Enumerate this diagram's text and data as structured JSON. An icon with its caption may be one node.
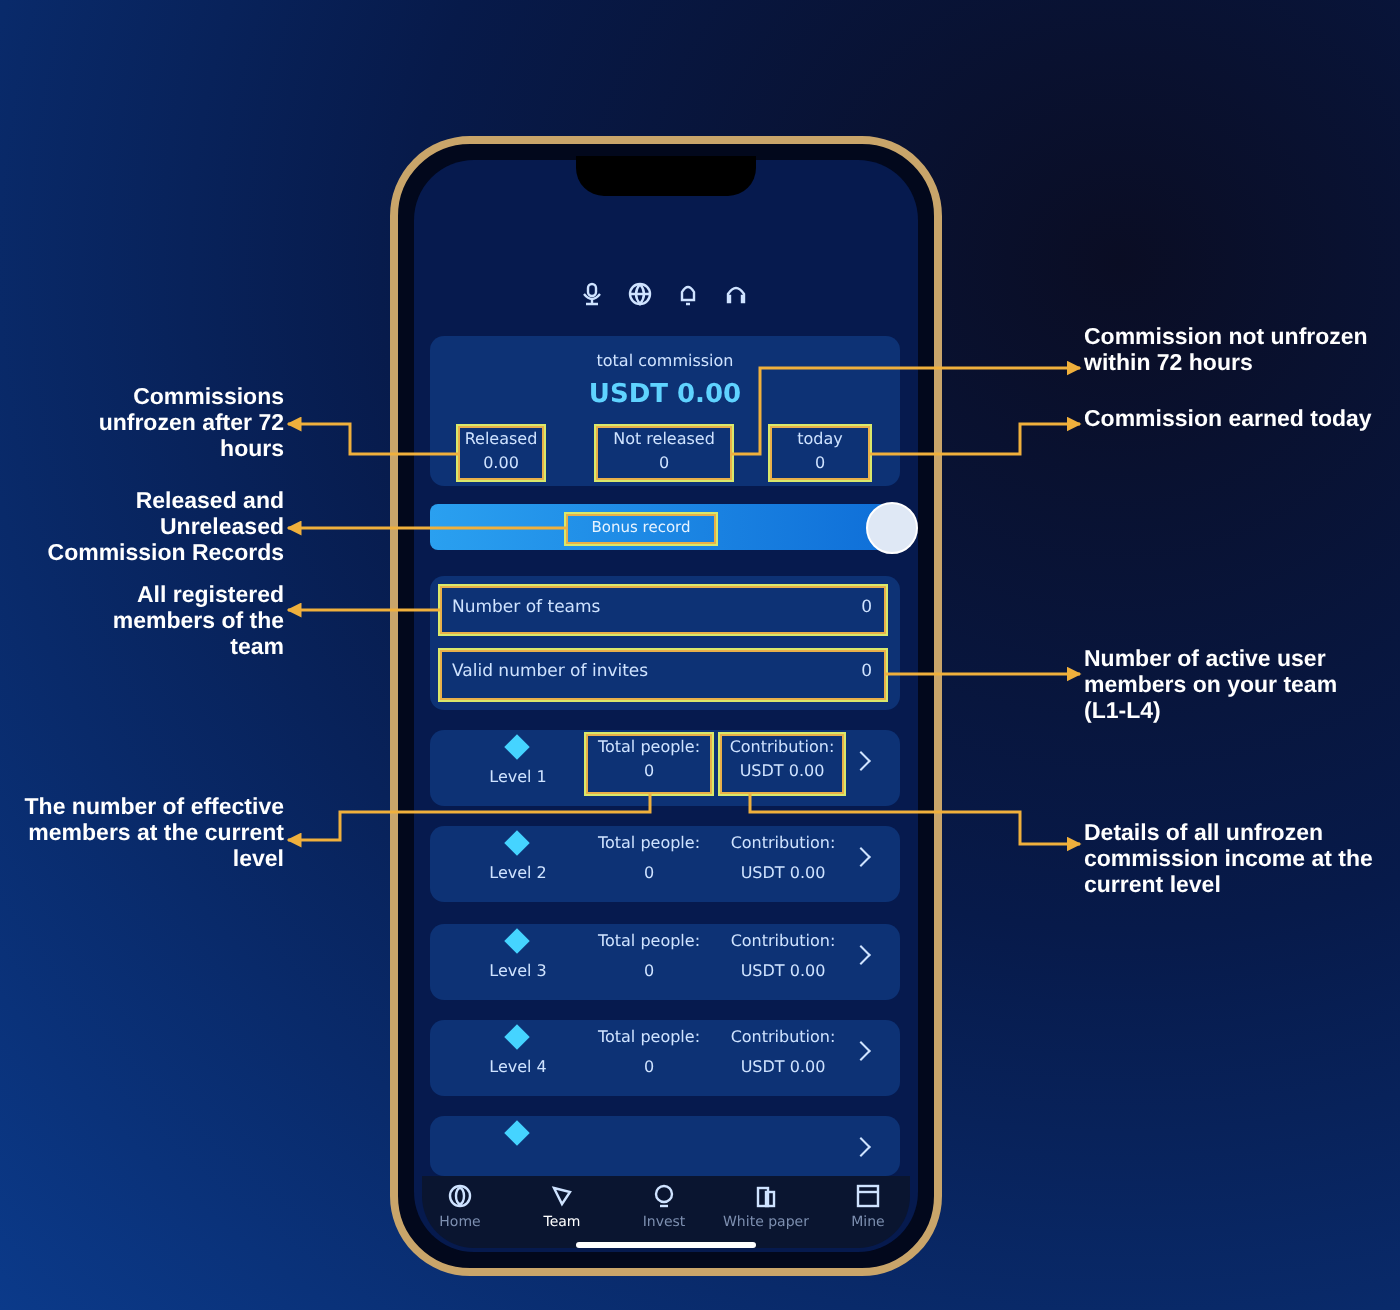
{
  "diagram": {
    "nodes": [
      {
        "text": [
          "Commissions unfrozen after 72 hours"
        ]
      },
      {
        "text": [
          "Released and Unreleased Commission Records"
        ]
      },
      {
        "text": [
          "All registered members of the team"
        ]
      },
      {
        "text": [
          "The number of effective members at the current level"
        ]
      },
      {
        "text": [
          "Commission not unfrozen within 72 hours"
        ]
      },
      {
        "text": [
          "Commission earned today"
        ]
      },
      {
        "text": [
          "Number of active user members on your team (L1-L4)"
        ]
      },
      {
        "text": [
          "Details of all unfrozen commission income at the current level"
        ]
      },
      {
        "text": [
          "total commission",
          "USDT 0.00"
        ]
      },
      {
        "text": [
          "Released",
          "0.00"
        ],
        "in": 8
      },
      {
        "text": [
          "Not released",
          "0"
        ],
        "in": 8
      },
      {
        "text": [
          "today",
          "0"
        ],
        "in": 8
      },
      {
        "text": [
          "Bonus record"
        ]
      },
      {
        "text": [],
        "shape": "box"
      },
      {
        "text": [
          "Number of teams",
          "0"
        ],
        "in": 13
      },
      {
        "text": [
          "Valid number of invites",
          "0"
        ],
        "in": 13
      },
      {
        "text": [
          "Level 1"
        ]
      },
      {
        "text": [
          "Total people:",
          "0"
        ],
        "in": 16
      },
      {
        "text": [
          "Contribution:",
          "USDT 0.00"
        ],
        "in": 16
      },
      {
        "text": [
          "Level 2",
          "Total people:",
          "0",
          "Contribution:",
          "USDT 0.00"
        ]
      },
      {
        "text": [
          "Level 3",
          "Total people:",
          "0",
          "Contribution:",
          "USDT 0.00"
        ]
      },
      {
        "text": [
          "Level 4",
          "Total people:",
          "0",
          "Contribution:",
          "USDT 0.00"
        ]
      },
      {
        "text": [],
        "shape": "box"
      }
    ],
    "edges": [
      {
        "from": 9,
        "to": 0,
        "arrow": "to"
      },
      {
        "from": 12,
        "to": 1,
        "arrow": "to"
      },
      {
        "from": 14,
        "to": 2,
        "arrow": "to"
      },
      {
        "from": 17,
        "to": 3,
        "arrow": "to"
      },
      {
        "from": 10,
        "to": 4,
        "arrow": "to"
      },
      {
        "from": 11,
        "to": 5,
        "arrow": "to"
      },
      {
        "from": 15,
        "to": 6,
        "arrow": "to"
      },
      {
        "from": 18,
        "to": 7,
        "arrow": "to"
      }
    ],
    "labels": [
      "Home",
      "Team",
      "Invest",
      "White paper",
      "Mine"
    ]
  }
}
